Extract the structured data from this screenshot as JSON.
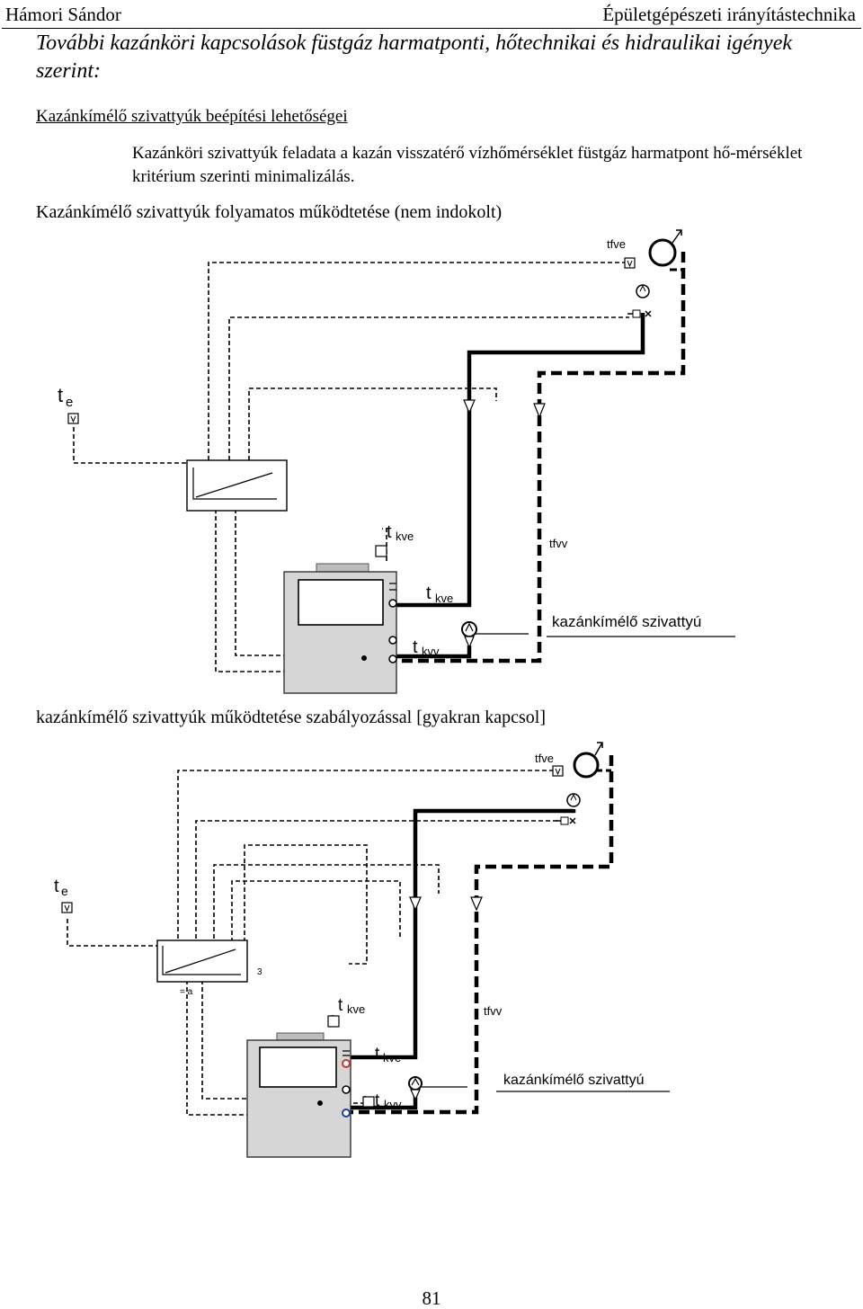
{
  "header": {
    "author": "Hámori Sándor",
    "course": "Épületgépészeti irányítástechnika"
  },
  "section_title": "További kazánköri kapcsolások füstgáz harmatponti, hőtechnikai és hidraulikai igények szerint:",
  "subheading": "Kazánkímélő szivattyúk beépítési lehetőségei",
  "paragraph": "Kazánköri szivattyúk feladata a kazán visszatérő vízhőmérséklet füstgáz harmatpont hő-mérséklet kritérium szerinti minimalizálás.",
  "figure1": {
    "caption": "Kazánkímélő szivattyúk folyamatos működtetése (nem indokolt)",
    "labels": {
      "tfve": "tfve",
      "te_t": "t",
      "te_e": "e",
      "tkve_upper_t": "t",
      "tkve_upper_sub": "kve",
      "tfvv": "tfvv",
      "tkve_t": "t",
      "tkve_sub": "kve",
      "tkvv_t": "t",
      "tkvv_sub": "kvv",
      "pump": "kazánkímélő szivattyú"
    }
  },
  "figure2": {
    "caption": "kazánkímélő szivattyúk működtetése szabályozással [gyakran kapcsol]",
    "labels": {
      "tfve": "tfve",
      "te_t": "t",
      "te_e": "e",
      "tkve_upper_t": "t",
      "tkve_upper_sub": "kve",
      "tfvv": "tfvv",
      "tkve_t": "t",
      "tkve_sub": "kve",
      "tkvv_t": "t",
      "tkvv_sub": "kvv",
      "pump": "kazánkímélő szivattyú",
      "ctrl_mark": "3",
      "dash_mark": "= a"
    }
  },
  "page_number": "81",
  "colors": {
    "ink": "#000000",
    "boiler_gray": "#d6d6d6",
    "boiler_top": "#bdbdbd",
    "red_sensor": "#cc3333",
    "blue_sensor": "#1f3fa0"
  }
}
